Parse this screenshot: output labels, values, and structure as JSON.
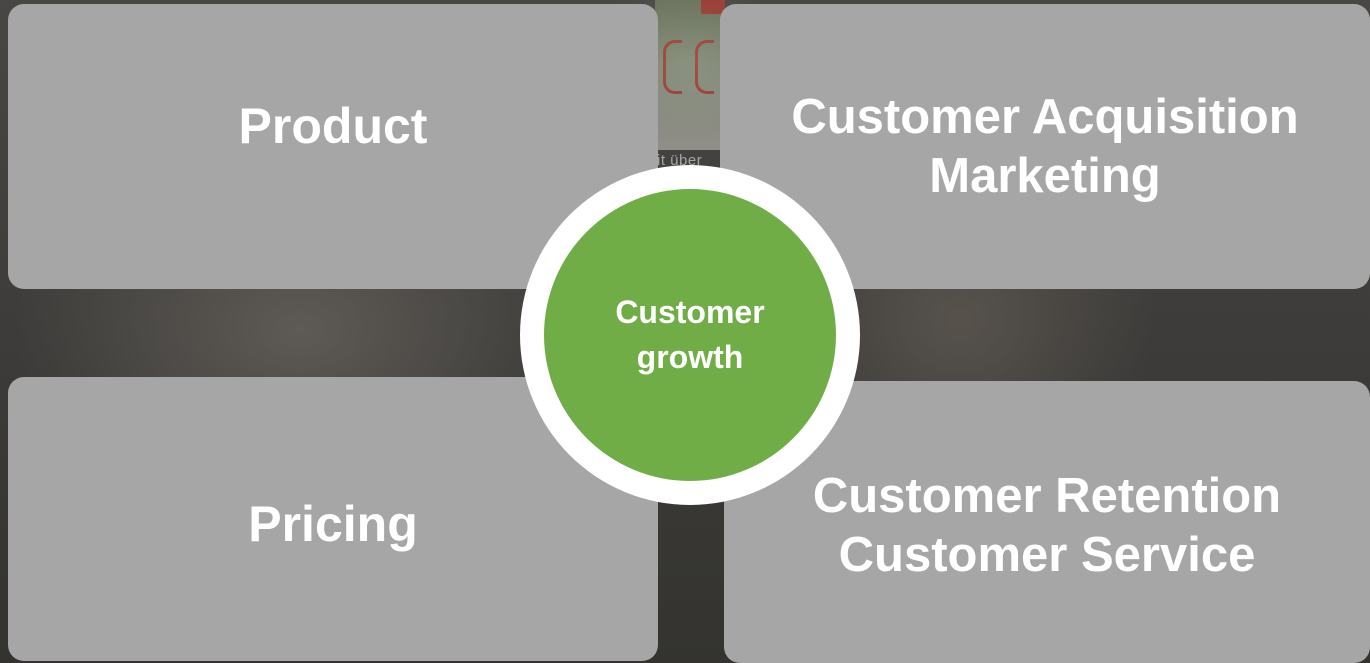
{
  "background": {
    "fragment_text": "it über"
  },
  "quadrants": {
    "top_left": {
      "lines": [
        "Product"
      ]
    },
    "top_right": {
      "lines": [
        "Customer Acquisition",
        "Marketing"
      ]
    },
    "bottom_left": {
      "lines": [
        "Pricing"
      ]
    },
    "bottom_right": {
      "lines": [
        "Customer Retention",
        "Customer Service"
      ]
    }
  },
  "center": {
    "lines": [
      "Customer",
      "growth"
    ]
  },
  "colors": {
    "quadrant_fill": "#a6a6a6",
    "center_fill": "#70ad47",
    "center_ring": "#ffffff",
    "text": "#ffffff"
  }
}
